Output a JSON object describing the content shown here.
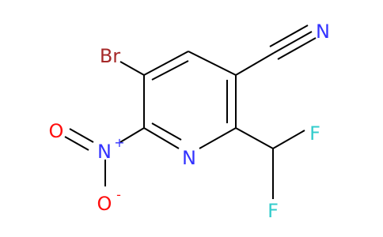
{
  "molecule": {
    "atoms": {
      "br": {
        "label": "Br",
        "color": "#A62929"
      },
      "n_cyano": {
        "label": "N",
        "color": "#3333FF"
      },
      "n_ring": {
        "label": "N",
        "color": "#3333FF"
      },
      "n_nitro": {
        "label": "N",
        "plus": "+",
        "color": "#3333FF"
      },
      "o_left": {
        "label": "O",
        "color": "#FF0D0D"
      },
      "o_bottom": {
        "label": "O",
        "minus": "-",
        "color": "#FF0D0D"
      },
      "f_top": {
        "label": "F",
        "color": "#33CCCC"
      },
      "f_bottom": {
        "label": "F",
        "color": "#33CCCC"
      }
    },
    "bond_color": "#000000"
  }
}
